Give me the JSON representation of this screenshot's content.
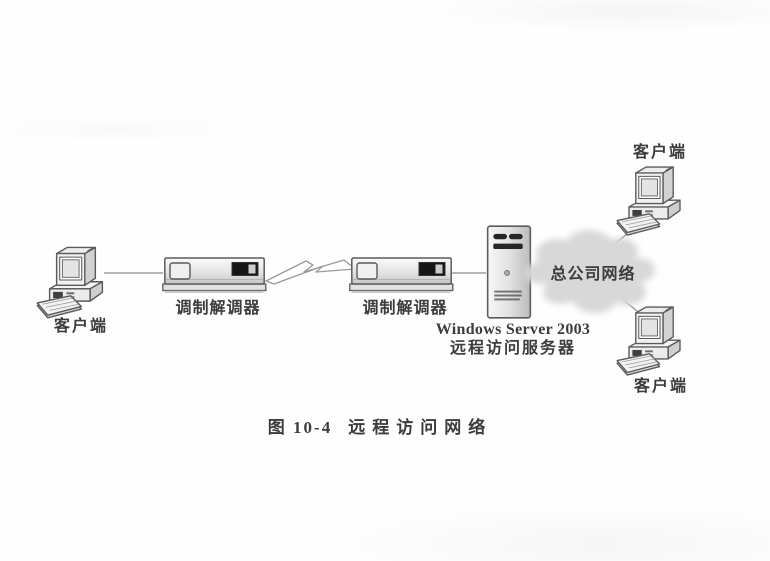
{
  "figure": {
    "caption_number": "图 10-4",
    "caption_title": "远程访问网络"
  },
  "nodes": {
    "client_left": {
      "label": "客户端"
    },
    "modem_left": {
      "label": "调制解调器"
    },
    "modem_right": {
      "label": "调制解调器"
    },
    "server": {
      "title": "Windows Server 2003",
      "subtitle": "远程访问服务器"
    },
    "cloud": {
      "label": "总公司网络"
    },
    "client_top": {
      "label": "客户端"
    },
    "client_bottom": {
      "label": "客户端"
    }
  },
  "icons": {
    "client": "desktop-computer-icon",
    "modem": "modem-icon",
    "server": "server-tower-icon",
    "cloud": "network-cloud-icon",
    "link": "lightning-dialup-link-icon"
  },
  "colors": {
    "background": "#fefefe",
    "text": "#3c3c3c",
    "line": "#8c8c8c",
    "device_fill": "#ececec",
    "device_stroke": "#5a5a5a",
    "display_dark": "#161616",
    "cloud_fill": "#d8d8d8"
  }
}
